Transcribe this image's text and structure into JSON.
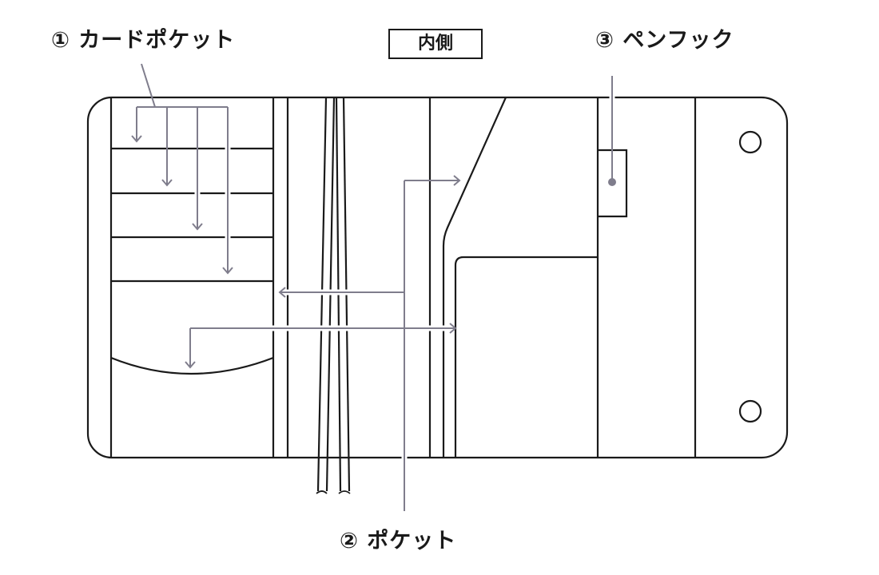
{
  "labels": {
    "card_pocket": "① カードポケット",
    "inside": "内側",
    "pen_hook": "③ ペンフック",
    "pocket": "② ポケット"
  },
  "colors": {
    "outline": "#1a1a1a",
    "annotation": "#7f7d8c"
  }
}
